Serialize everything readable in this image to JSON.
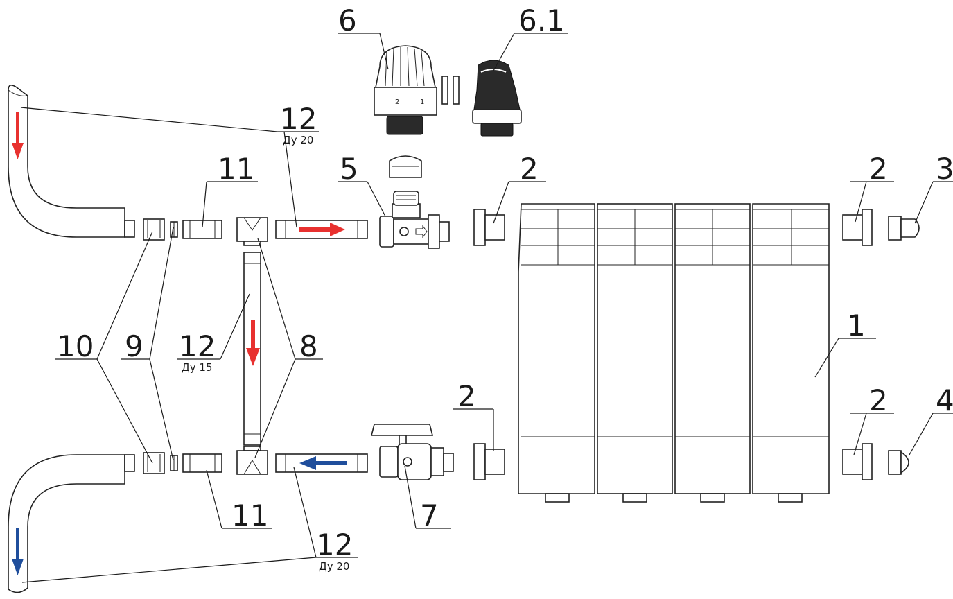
{
  "colors": {
    "supply": "#e8312f",
    "return": "#1f4e9c",
    "line": "#1a1a1a"
  },
  "labels": {
    "l1": "1",
    "l2a": "2",
    "l2b": "2",
    "l2c": "2",
    "l2d": "2",
    "l3": "3",
    "l4": "4",
    "l5": "5",
    "l6": "6",
    "l61": "6.1",
    "l7": "7",
    "l8": "8",
    "l9": "9",
    "l10": "10",
    "l11a": "11",
    "l11b": "11",
    "l12a": "12",
    "l12a_sub": "Ду 20",
    "l12b": "12",
    "l12b_sub": "Ду 15",
    "l12c": "12",
    "l12c_sub": "Ду 20"
  },
  "icons": {
    "flow_supply": "arrow-right-icon",
    "flow_down": "arrow-down-icon",
    "flow_return": "arrow-left-icon"
  }
}
